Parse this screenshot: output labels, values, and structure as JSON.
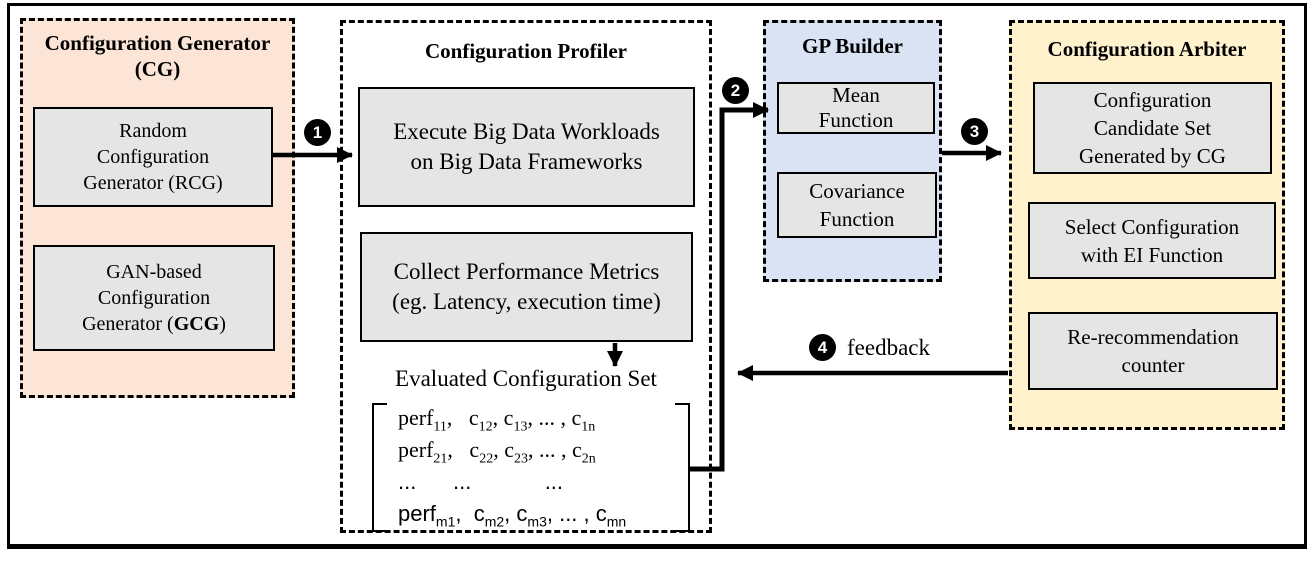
{
  "colors": {
    "cg_bg": "#fce4d6",
    "gp_bg": "#dae3f3",
    "arbiter_bg": "#fff2cc",
    "box_bg": "#e5e5e5",
    "badge_bg": "#000000",
    "badge_fg": "#ffffff"
  },
  "cg": {
    "title_line1": "Configuration Generator",
    "title_line2": "(CG)",
    "rcg_lines": [
      "Random",
      "Configuration",
      "Generator (RCG)"
    ],
    "gcg": {
      "line1": "GAN-based",
      "line2": "Configuration",
      "l3_pre": "Generator (",
      "l3_bold": "GCG",
      "l3_post": ")"
    }
  },
  "profiler": {
    "title": "Configuration Profiler",
    "execute_lines": [
      "Execute Big Data Workloads",
      "on Big Data Frameworks"
    ],
    "collect_lines": [
      "Collect Performance Metrics",
      "(eg. Latency, execution time)"
    ],
    "evaluated_label": "Evaluated Configuration Set"
  },
  "gp": {
    "title": "GP Builder",
    "mean_lines": [
      "Mean",
      "Function"
    ],
    "cov_lines": [
      "Covariance",
      "Function"
    ]
  },
  "arbiter": {
    "title": "Configuration Arbiter",
    "candidate_lines": [
      "Configuration",
      "Candidate Set",
      "Generated by CG"
    ],
    "select_lines": [
      "Select Configuration",
      "with EI Function"
    ],
    "rerec_lines": [
      "Re-recommendation",
      "counter"
    ]
  },
  "badges": {
    "step1": "1",
    "step2": "2",
    "step3": "3",
    "step4": "4"
  },
  "labels": {
    "feedback": "feedback"
  },
  "matrix": {
    "rows": [
      {
        "font": "serif",
        "pieces": [
          {
            "t": "perf",
            "s": "11"
          },
          {
            "t": ",   c",
            "s": "12"
          },
          {
            "t": ", c",
            "s": "13"
          },
          {
            "t": ", ... , c",
            "s": "1n"
          }
        ]
      },
      {
        "font": "serif",
        "pieces": [
          {
            "t": "perf",
            "s": "21"
          },
          {
            "t": ",   c",
            "s": "22"
          },
          {
            "t": ", c",
            "s": "23"
          },
          {
            "t": ", ... , c",
            "s": "2n"
          }
        ]
      },
      {
        "font": "sans",
        "pieces": [
          {
            "t": "...      ...            ...",
            "s": ""
          }
        ]
      },
      {
        "font": "sans",
        "pieces": [
          {
            "t": "perf",
            "s": "m1"
          },
          {
            "t": ",  c",
            "s": "m2"
          },
          {
            "t": ", c",
            "s": "m3"
          },
          {
            "t": ", ... , c",
            "s": "mn"
          }
        ]
      }
    ]
  }
}
